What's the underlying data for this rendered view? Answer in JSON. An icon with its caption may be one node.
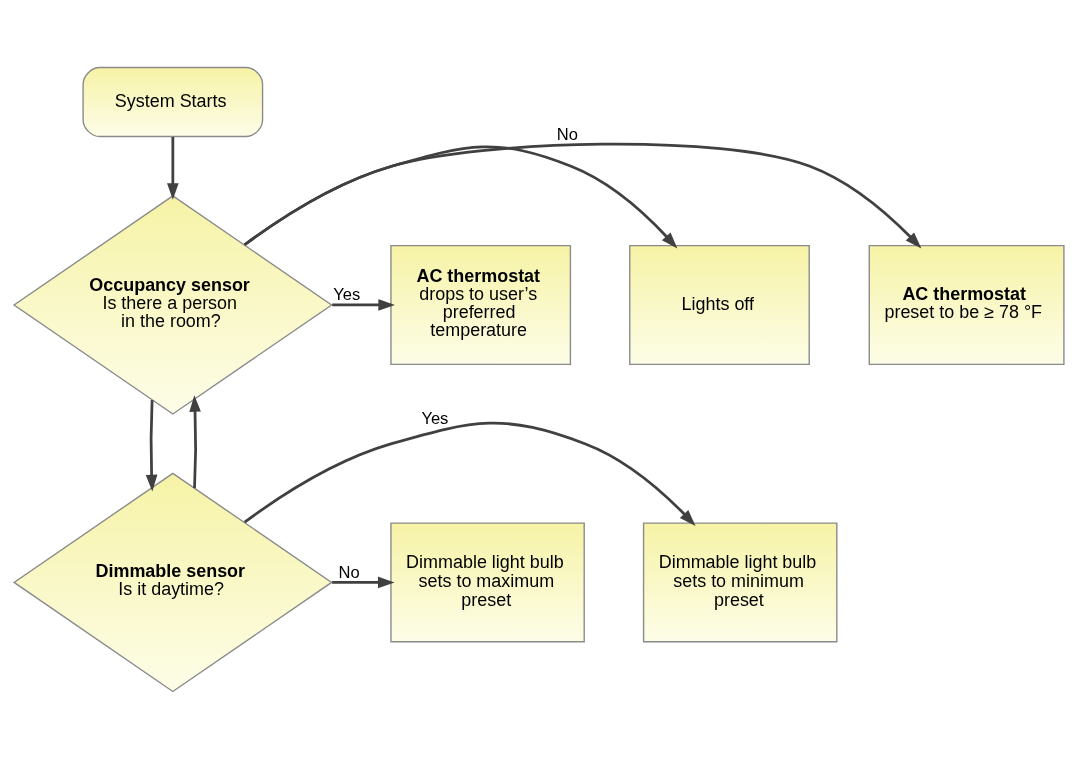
{
  "diagram": {
    "nodes": [
      {
        "text": [
          "System Starts"
        ]
      },
      {
        "text": [
          "Lights off"
        ]
      },
      {
        "text": [
          "AC thermostat",
          "preset to be ≥ 78 °F"
        ]
      },
      {
        "text": [
          "Occupancy sensor",
          "Is there a person in the room?"
        ]
      },
      {
        "text": [
          "AC thermostat",
          "drops to user’s preferred temperature"
        ]
      },
      {
        "text": [
          "Dimmable sensor",
          "Is it daytime?"
        ]
      },
      {
        "text": [
          "Dimmable light bulb sets to minimum preset"
        ]
      },
      {
        "text": [
          "Dimmable light bulb sets to maximum preset"
        ]
      }
    ],
    "edges": [
      {
        "from": 0,
        "to": 3,
        "arrow": "to"
      },
      {
        "from": 3,
        "to": 1,
        "arrow": "to"
      },
      {
        "from": 3,
        "to": 2,
        "arrow": "to",
        "label": "No"
      },
      {
        "from": 3,
        "to": 4,
        "arrow": "to",
        "label": "Yes"
      },
      {
        "from": 3,
        "to": 5,
        "arrow": "to"
      },
      {
        "from": 5,
        "to": 6,
        "arrow": "to",
        "label": "Yes"
      },
      {
        "from": 5,
        "to": 7,
        "arrow": "to",
        "label": "No"
      },
      {
        "from": 5,
        "to": 3,
        "arrow": "to"
      }
    ]
  }
}
